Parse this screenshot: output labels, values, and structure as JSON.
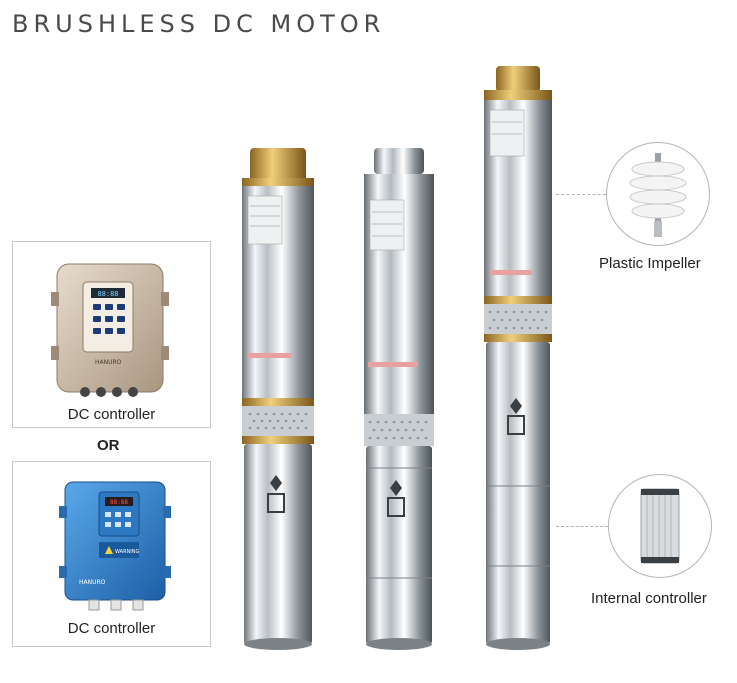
{
  "title": "BRUSHLESS DC MOTOR",
  "controllers": {
    "gold_caption": "DC controller",
    "separator": "OR",
    "blue_caption": "DC controller",
    "gold_screen_value": "88:88",
    "blue_screen_value": "88:88",
    "blue_warning": "WARNING"
  },
  "callouts": {
    "impeller_label": "Plastic Impeller",
    "controller_label": "Internal controller"
  },
  "brand": "HANURO",
  "colors": {
    "steel": "#cfd4d8",
    "brass": "#c8a04a",
    "blue_controller": "#2f86d0",
    "gold_controller": "#c9b8a3"
  }
}
